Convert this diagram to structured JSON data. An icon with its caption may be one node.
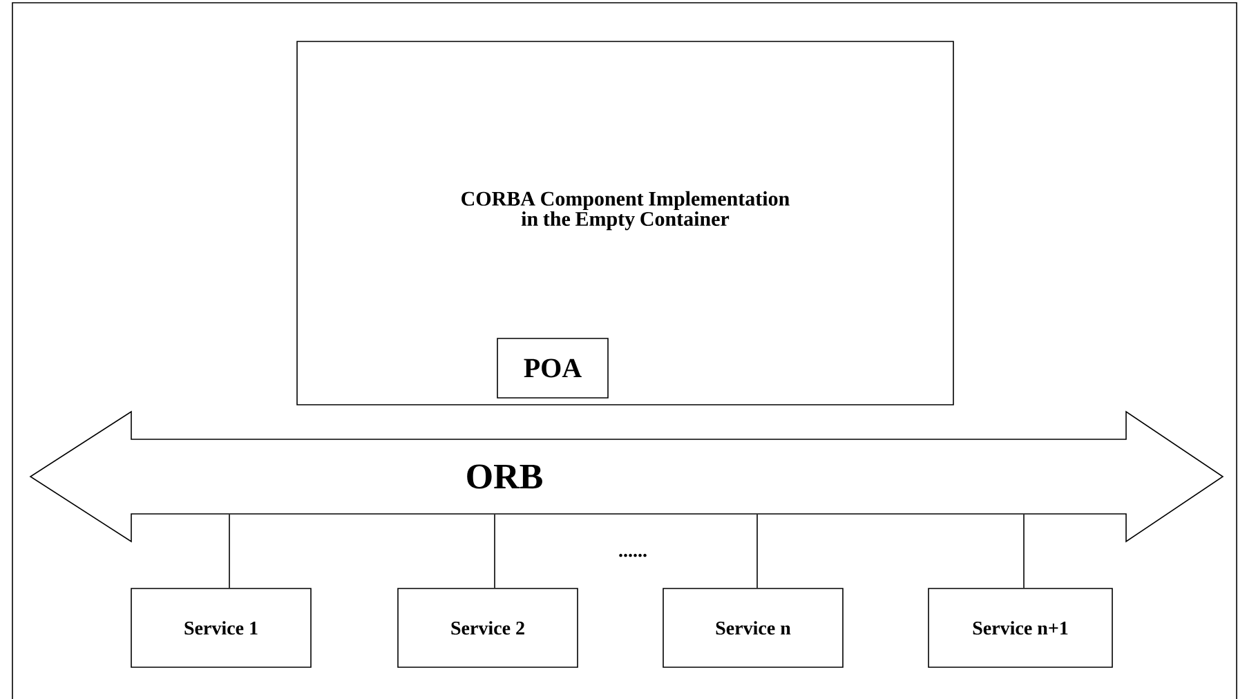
{
  "diagram": {
    "nodes": [
      {
        "text": [
          "CORBA Component Implementation in the Empty Container"
        ]
      },
      {
        "text": [
          "POA"
        ],
        "in": 0
      },
      {
        "text": [
          "ORB"
        ]
      },
      {
        "text": [
          "Service 1"
        ]
      },
      {
        "text": [
          "Service 2"
        ]
      },
      {
        "text": [
          "Service n"
        ]
      },
      {
        "text": [
          "Service n+1"
        ]
      }
    ],
    "edges": [
      {
        "from": 2,
        "to": 3,
        "arrow": "none"
      },
      {
        "from": 2,
        "to": 4,
        "arrow": "none"
      },
      {
        "from": 2,
        "to": 5,
        "arrow": "none"
      },
      {
        "from": 2,
        "to": 6,
        "arrow": "none"
      }
    ],
    "labels": [
      "......"
    ]
  }
}
